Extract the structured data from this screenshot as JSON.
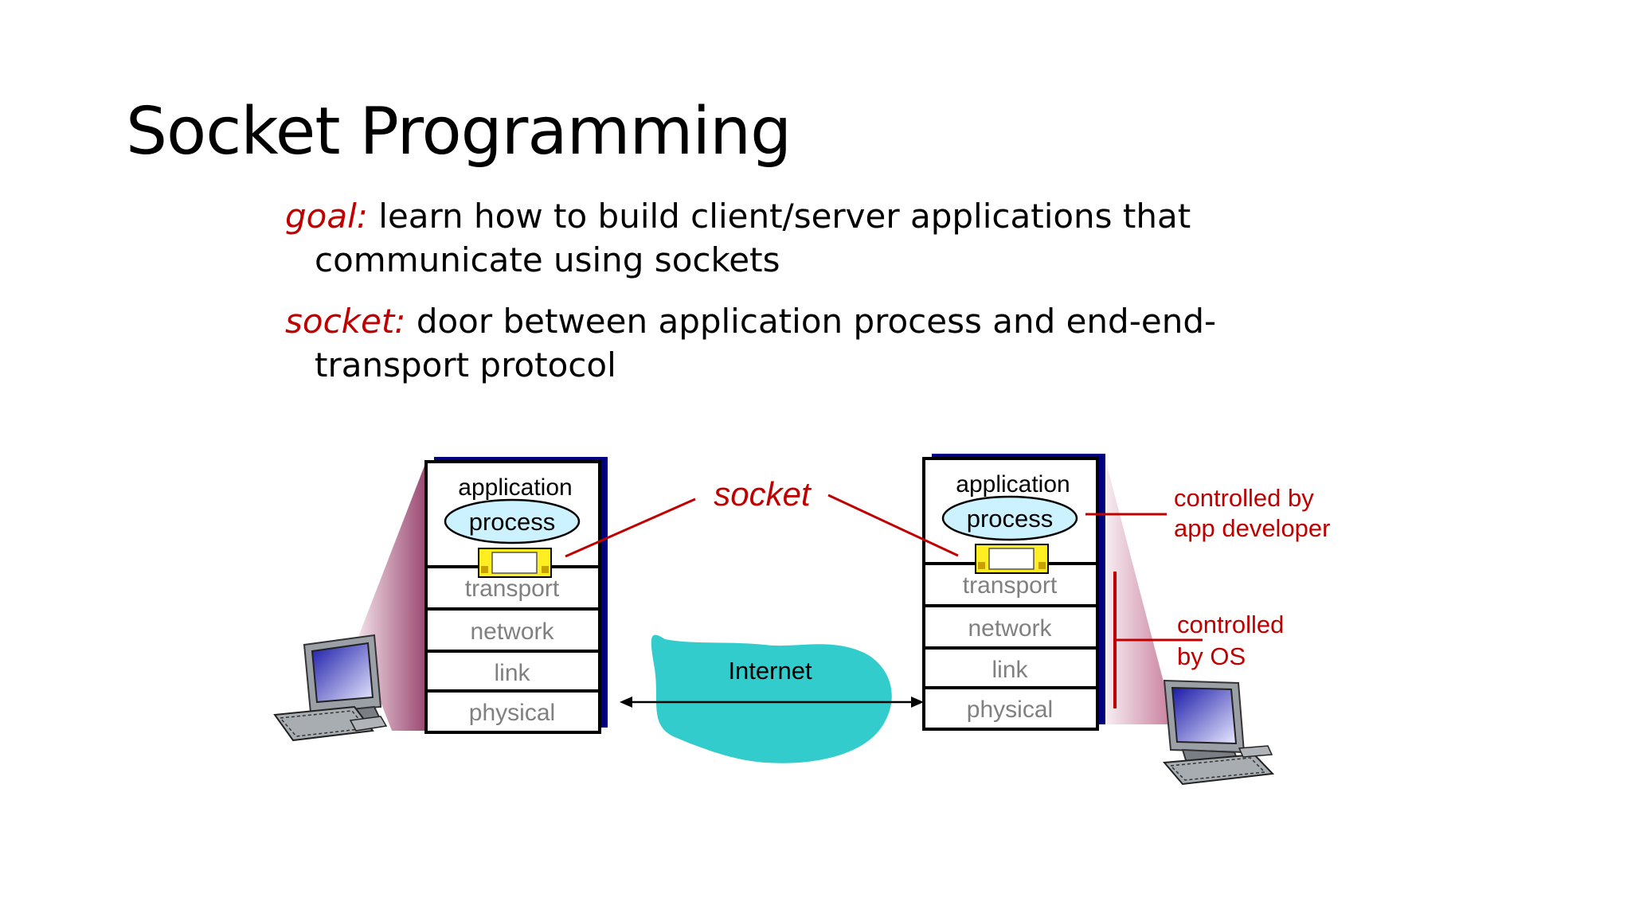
{
  "slide": {
    "title": "Socket Programming",
    "bullets": [
      {
        "term": "goal:",
        "text": "learn how to build client/server applications that communicate using sockets"
      },
      {
        "term": "socket:",
        "text": "door between application process and end-end-transport protocol"
      }
    ]
  },
  "diagram": {
    "left_host": {
      "app_label": "application",
      "process_label": "process",
      "layers": [
        "transport",
        "network",
        "link",
        "physical"
      ]
    },
    "right_host": {
      "app_label": "application",
      "process_label": "process",
      "layers": [
        "transport",
        "network",
        "link",
        "physical"
      ]
    },
    "socket_label": "socket",
    "internet_label": "Internet",
    "annotations": {
      "app_developer_line1": "controlled by",
      "app_developer_line2": "app developer",
      "os_line1": "controlled",
      "os_line2": "by OS"
    },
    "colors": {
      "accent_red": "#c00000",
      "stack_shadow": "#000080",
      "cloud": "#33cccc",
      "process_fill": "#ccf2ff",
      "socket_fill": "#ffee22",
      "layer_text": "#808080"
    }
  }
}
